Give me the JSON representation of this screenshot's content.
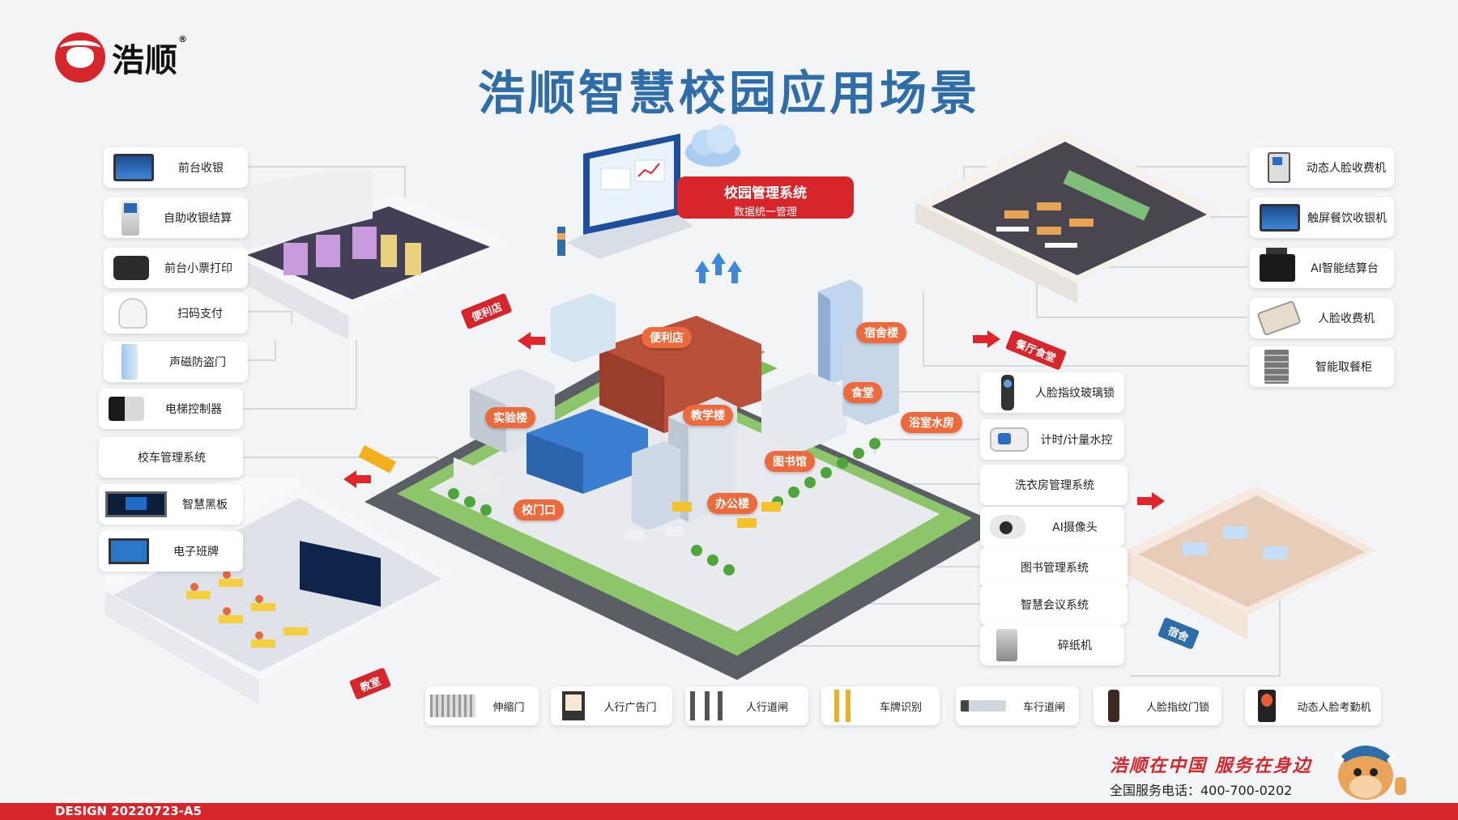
{
  "brand": {
    "name": "浩顺",
    "reg": "®"
  },
  "title": "浩顺智慧校园应用场景",
  "management": {
    "title": "校园管理系统",
    "subtitle": "数据统一管理"
  },
  "left_devices": [
    {
      "label": "前台收银",
      "icon": "pos-terminal-icon"
    },
    {
      "label": "自助收银结算",
      "icon": "self-checkout-kiosk-icon"
    },
    {
      "label": "前台小票打印",
      "icon": "receipt-printer-icon"
    },
    {
      "label": "扫码支付",
      "icon": "qr-scanner-icon"
    },
    {
      "label": "声磁防盗门",
      "icon": "anti-theft-gate-icon"
    },
    {
      "label": "电梯控制器",
      "icon": "elevator-controller-icon"
    },
    {
      "label": "校车管理系统",
      "icon": ""
    },
    {
      "label": "智慧黑板",
      "icon": "smart-blackboard-icon"
    },
    {
      "label": "电子班牌",
      "icon": "class-display-icon"
    }
  ],
  "right_top_devices": [
    {
      "label": "动态人脸收费机",
      "icon": "face-payment-terminal-icon"
    },
    {
      "label": "触屏餐饮收银机",
      "icon": "touch-pos-icon"
    },
    {
      "label": "AI智能结算台",
      "icon": "ai-checkout-icon"
    },
    {
      "label": "人脸收费机",
      "icon": "face-charger-icon"
    },
    {
      "label": "智能取餐柜",
      "icon": "meal-locker-icon"
    }
  ],
  "right_mid_devices": [
    {
      "label": "人脸指纹玻璃锁",
      "icon": "glass-lock-icon"
    },
    {
      "label": "计时/计量水控",
      "icon": "water-meter-icon"
    },
    {
      "label": "洗衣房管理系统",
      "icon": ""
    },
    {
      "label": "AI摄像头",
      "icon": "ai-camera-icon"
    },
    {
      "label": "图书管理系统",
      "icon": ""
    },
    {
      "label": "智慧会议系统",
      "icon": ""
    },
    {
      "label": "碎纸机",
      "icon": "shredder-icon"
    }
  ],
  "bottom_devices": [
    {
      "label": "伸缩门",
      "icon": "folding-gate-icon"
    },
    {
      "label": "人行广告门",
      "icon": "ad-gate-icon"
    },
    {
      "label": "人行道闸",
      "icon": "turnstile-icon"
    },
    {
      "label": "车牌识别",
      "icon": "plate-recognition-icon"
    },
    {
      "label": "车行道闸",
      "icon": "barrier-gate-icon"
    },
    {
      "label": "人脸指纹门锁",
      "icon": "door-lock-icon"
    },
    {
      "label": "动态人脸考勤机",
      "icon": "face-attendance-icon"
    }
  ],
  "scenes": {
    "store": "便利店",
    "canteen": "餐厅食堂",
    "classroom": "教室",
    "dorm": "宿舍"
  },
  "buildings": {
    "store": "便利店",
    "dorm": "宿舍楼",
    "lab": "实验楼",
    "teaching": "教学楼",
    "canteen": "食堂",
    "bath": "浴室水房",
    "library": "图书馆",
    "office": "办公楼",
    "gate": "校门口"
  },
  "footer": {
    "design": "DESIGN 20220723-A5",
    "slogan": "浩顺在中国 服务在身边",
    "hotline": "全国服务电话：400-700-0202"
  },
  "colors": {
    "brand_red": "#d7262b",
    "title_blue": "#2f6da8",
    "tag_orange": "#ec6a3b"
  }
}
